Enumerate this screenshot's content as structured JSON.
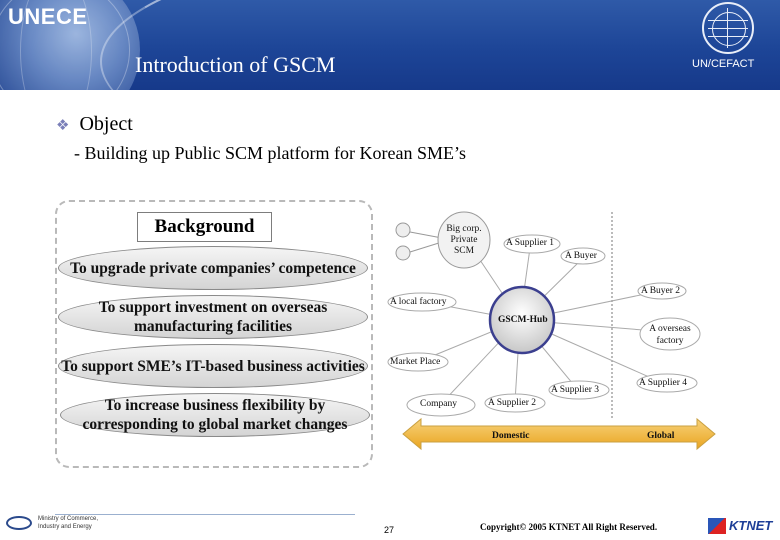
{
  "header": {
    "brand": "UNECE",
    "title": "Introduction of GSCM",
    "org": "UN/CEFACT"
  },
  "content": {
    "bullet": "Object",
    "subline": "- Building up Public SCM platform for Korean SME’s"
  },
  "background_panel": {
    "label": "Background",
    "items": [
      "To upgrade private companies’ competence",
      "To support investment on overseas manufacturing facilities",
      "To support SME’s IT-based business activities",
      "To increase business flexibility by corresponding to global market changes"
    ]
  },
  "diagram": {
    "hub": "GSCM-Hub",
    "big_corp": "Big corp. Private SCM",
    "nodes": {
      "supplier1": "A Supplier 1",
      "buyer": "A Buyer",
      "buyer2": "A Buyer 2",
      "local_factory": "A local factory",
      "overseas_factory": "A overseas factory",
      "market_place": "Market Place",
      "company": "Company",
      "supplier2": "A Supplier 2",
      "supplier3": "A Supplier 3",
      "supplier4": "A Supplier 4"
    },
    "domestic": "Domestic",
    "global": "Global"
  },
  "footer": {
    "ministry_line1": "Ministry of Commerce,",
    "ministry_line2": "Industry and Energy",
    "page": "27",
    "copyright": "Copyright© 2005 KTNET All Right Reserved.",
    "company": "KTNET"
  },
  "colors": {
    "header_blue": "#1d4597",
    "hub_border": "#3b3f8f",
    "arrow_fill": "#f3b53a",
    "bullet": "#7a7fb8"
  },
  "icons": [
    "globe-graphic",
    "un-emblem-icon",
    "diamond-bullet-icon",
    "ministry-logo",
    "ktnet-logo"
  ]
}
